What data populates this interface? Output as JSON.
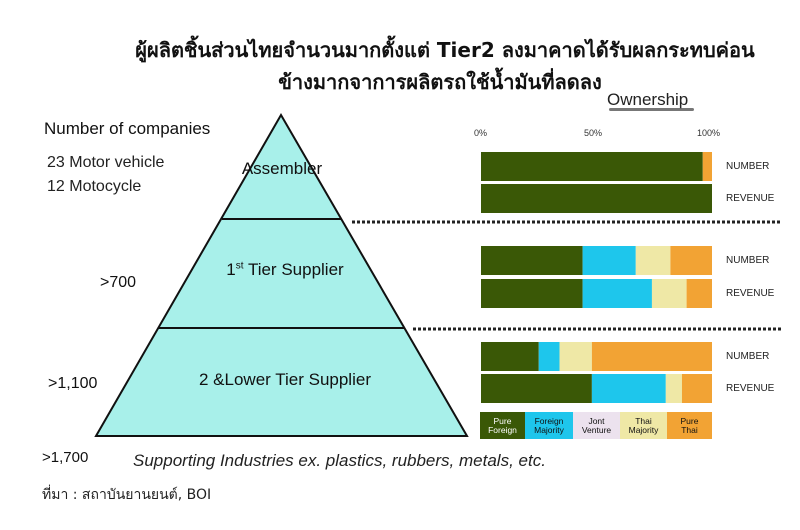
{
  "title_line1": "ผู้ผลิตชิ้นส่วนไทยจำนวนมากตั้งแต่ Tier2 ลงมาคาดได้รับผลกระทบค่อน",
  "title_line2": "ข้างมากจาการผลิตรถใช้น้ำมันที่ลดลง",
  "ownership_heading": "Ownership",
  "companies": {
    "label": "Number of companies",
    "motor_vehicle": "23 Motor vehicle",
    "motorcycle": "12 Motocycle",
    "tier1_count": ">700",
    "tier2_count": ">1,100",
    "supporting_count": ">1,700"
  },
  "pyramid": {
    "tiers": [
      {
        "label": "Assembler"
      },
      {
        "label_pre": "1",
        "label_sup": "st",
        "label_post": " Tier Supplier"
      },
      {
        "label": "2  &Lower Tier Supplier"
      }
    ],
    "fill_color": "#a8f0ea"
  },
  "supporting_note": "Supporting Industries ex. plastics, rubbers, metals, etc.",
  "source": "ที่มา : สถาบันยานยนต์, BOI",
  "chart_data": {
    "type": "bar",
    "orientation": "horizontal",
    "stacked": true,
    "percent": true,
    "title": "Ownership",
    "xlim": [
      0,
      100
    ],
    "ticks": [
      "0%",
      "50%",
      "100%"
    ],
    "colors": {
      "Pure Foreign": "#3a5806",
      "Foreign Majority": "#1ec6ec",
      "Jont Venture": "#ece2ee",
      "Thai Majority": "#efe8a6",
      "Pure Thai": "#f2a334"
    },
    "legend": [
      {
        "name": "Pure Foreign",
        "lines": [
          "Pure",
          "Foreign"
        ],
        "text_color": "#ffffff"
      },
      {
        "name": "Foreign Majority",
        "lines": [
          "Foreign",
          "Majority"
        ],
        "text_color": "#111111"
      },
      {
        "name": "Jont Venture",
        "lines": [
          "Jont",
          "Venture"
        ],
        "text_color": "#111111"
      },
      {
        "name": "Thai Majority",
        "lines": [
          "Thai",
          "Majority"
        ],
        "text_color": "#111111"
      },
      {
        "name": "Pure Thai",
        "lines": [
          "Pure",
          "Thai"
        ],
        "text_color": "#111111"
      }
    ],
    "legend_placement": "bottom",
    "groups": [
      {
        "tier": "Assembler",
        "bars": [
          {
            "label": "NUMBER",
            "values": {
              "Pure Foreign": 96,
              "Foreign Majority": 0,
              "Jont Venture": 0,
              "Thai Majority": 0,
              "Pure Thai": 4
            }
          },
          {
            "label": "REVENUE",
            "values": {
              "Pure Foreign": 100,
              "Foreign Majority": 0,
              "Jont Venture": 0,
              "Thai Majority": 0,
              "Pure Thai": 0
            }
          }
        ]
      },
      {
        "tier": "1st Tier Supplier",
        "bars": [
          {
            "label": "NUMBER",
            "values": {
              "Pure Foreign": 44,
              "Foreign Majority": 23,
              "Jont Venture": 0,
              "Thai Majority": 15,
              "Pure Thai": 18
            }
          },
          {
            "label": "REVENUE",
            "values": {
              "Pure Foreign": 44,
              "Foreign Majority": 30,
              "Jont Venture": 0,
              "Thai Majority": 15,
              "Pure Thai": 11
            }
          }
        ]
      },
      {
        "tier": "2 & Lower Tier Supplier",
        "bars": [
          {
            "label": "NUMBER",
            "values": {
              "Pure Foreign": 25,
              "Foreign Majority": 9,
              "Jont Venture": 0,
              "Thai Majority": 14,
              "Pure Thai": 52
            }
          },
          {
            "label": "REVENUE",
            "values": {
              "Pure Foreign": 48,
              "Foreign Majority": 32,
              "Jont Venture": 0,
              "Thai Majority": 7,
              "Pure Thai": 13
            }
          }
        ]
      }
    ]
  }
}
